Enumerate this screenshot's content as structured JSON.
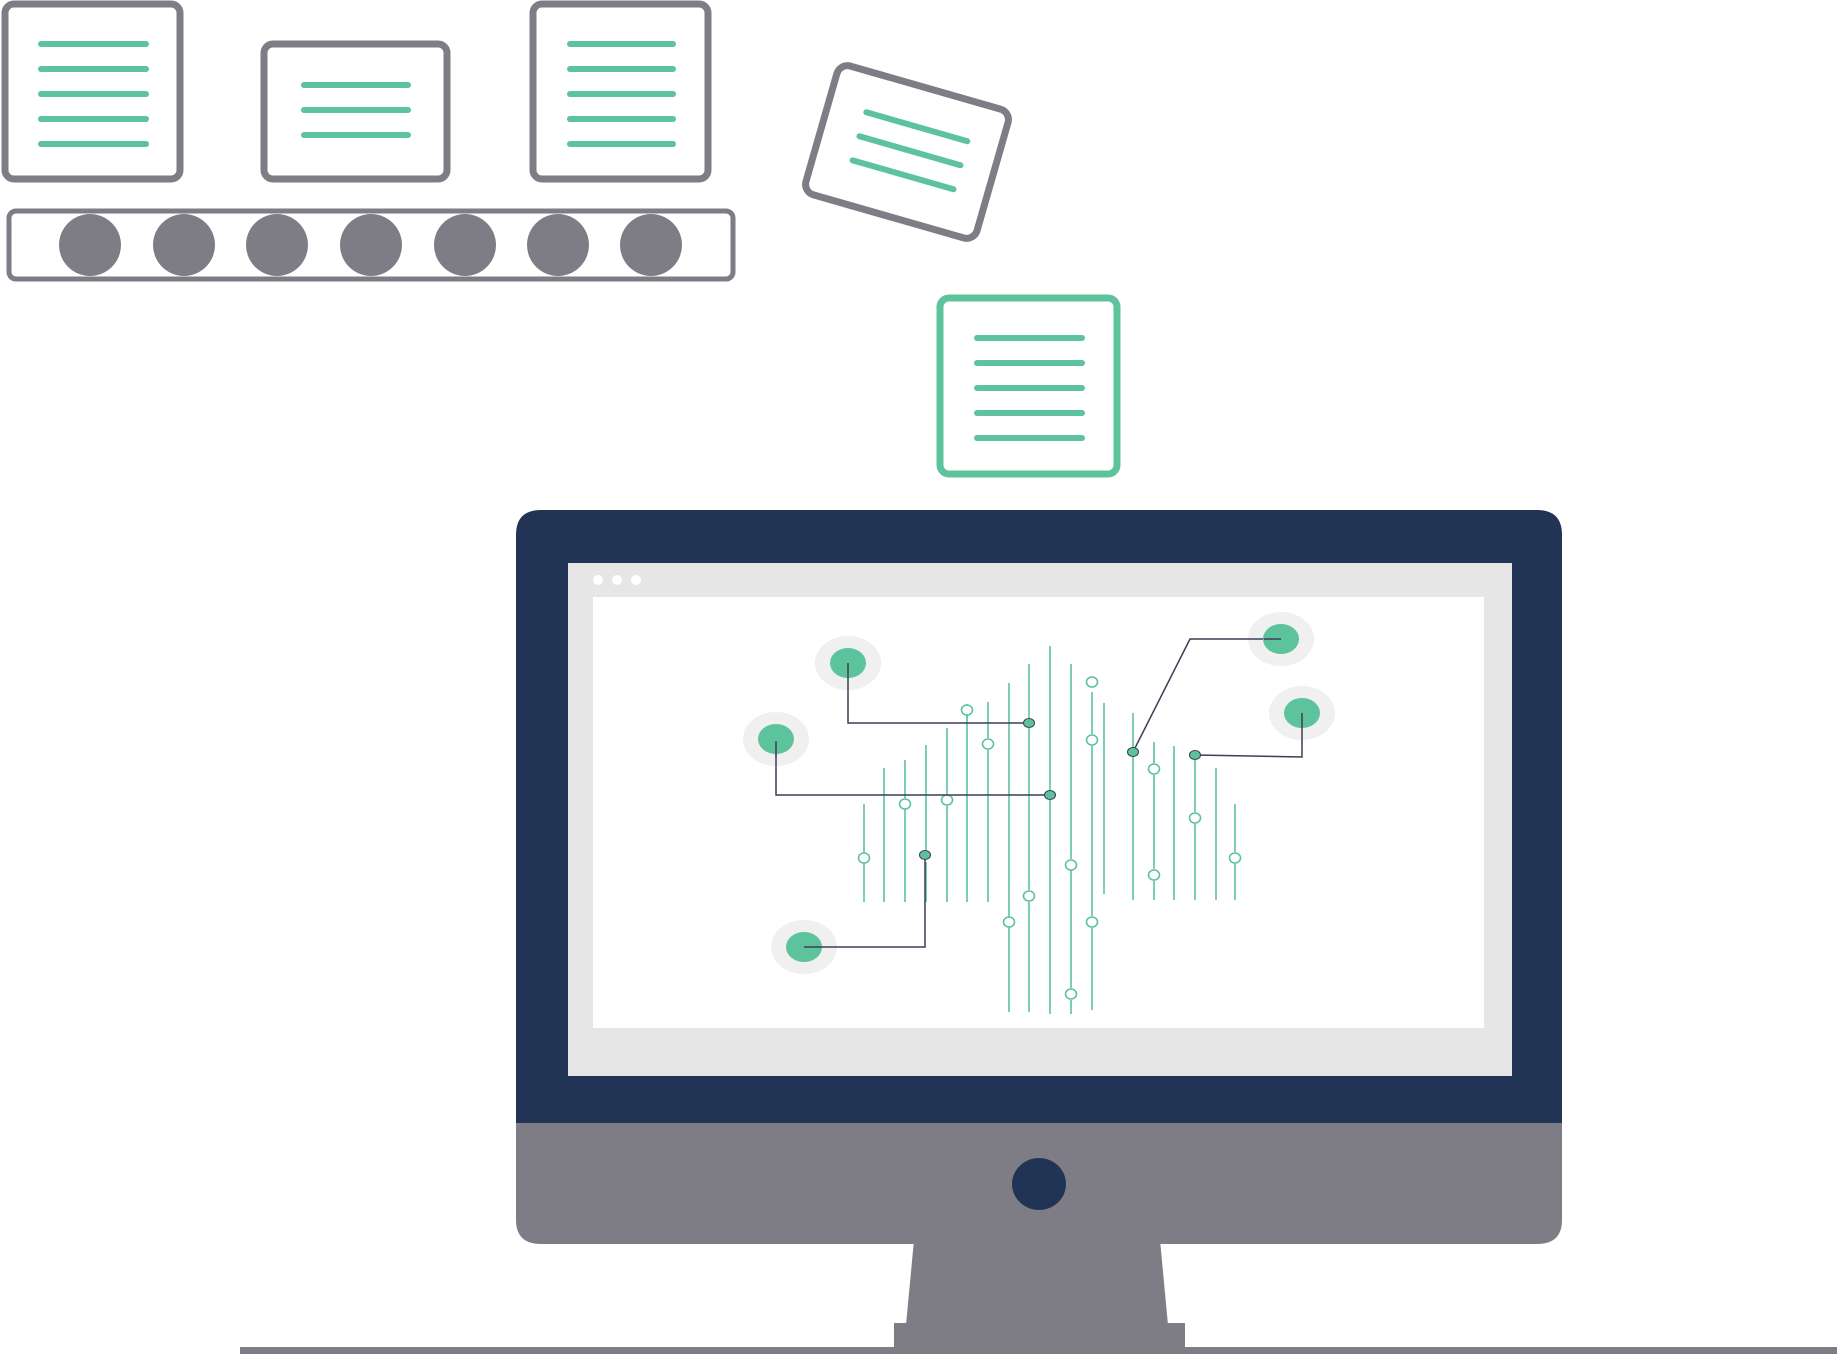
{
  "colors": {
    "gray": "#7e7d86",
    "green": "#5cc39c",
    "navy": "#223455",
    "screen_bezel_inner": "#e6e6e6",
    "white": "#ffffff",
    "halo": "#f0f0f0",
    "connector": "#3f3d56"
  },
  "icons": {
    "document": "document-icon",
    "conveyor": "conveyor-belt",
    "monitor": "desktop-monitor",
    "circuit": "circuit-brain-icon"
  },
  "conveyor": {
    "document_count": 3,
    "roller_count": 7
  },
  "window": {
    "control_dots": 3
  }
}
